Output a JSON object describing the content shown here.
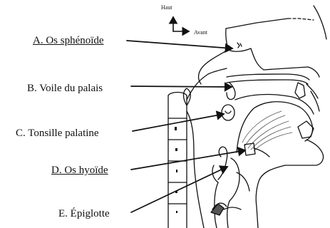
{
  "compass": {
    "up_label": "Haut",
    "forward_label": "Avant"
  },
  "labels": [
    {
      "id": "A",
      "text": "A. Os sphénoïde",
      "underlined": true
    },
    {
      "id": "B",
      "text": "B. Voile du palais",
      "underlined": false
    },
    {
      "id": "C",
      "text": "C. Tonsille palatine",
      "underlined": false
    },
    {
      "id": "D",
      "text": "D. Os hyoïde",
      "underlined": true
    },
    {
      "id": "E",
      "text": "E. Épiglotte",
      "underlined": false
    }
  ],
  "colors": {
    "ink": "#111111",
    "background": "#ffffff",
    "shading": "#555555"
  }
}
